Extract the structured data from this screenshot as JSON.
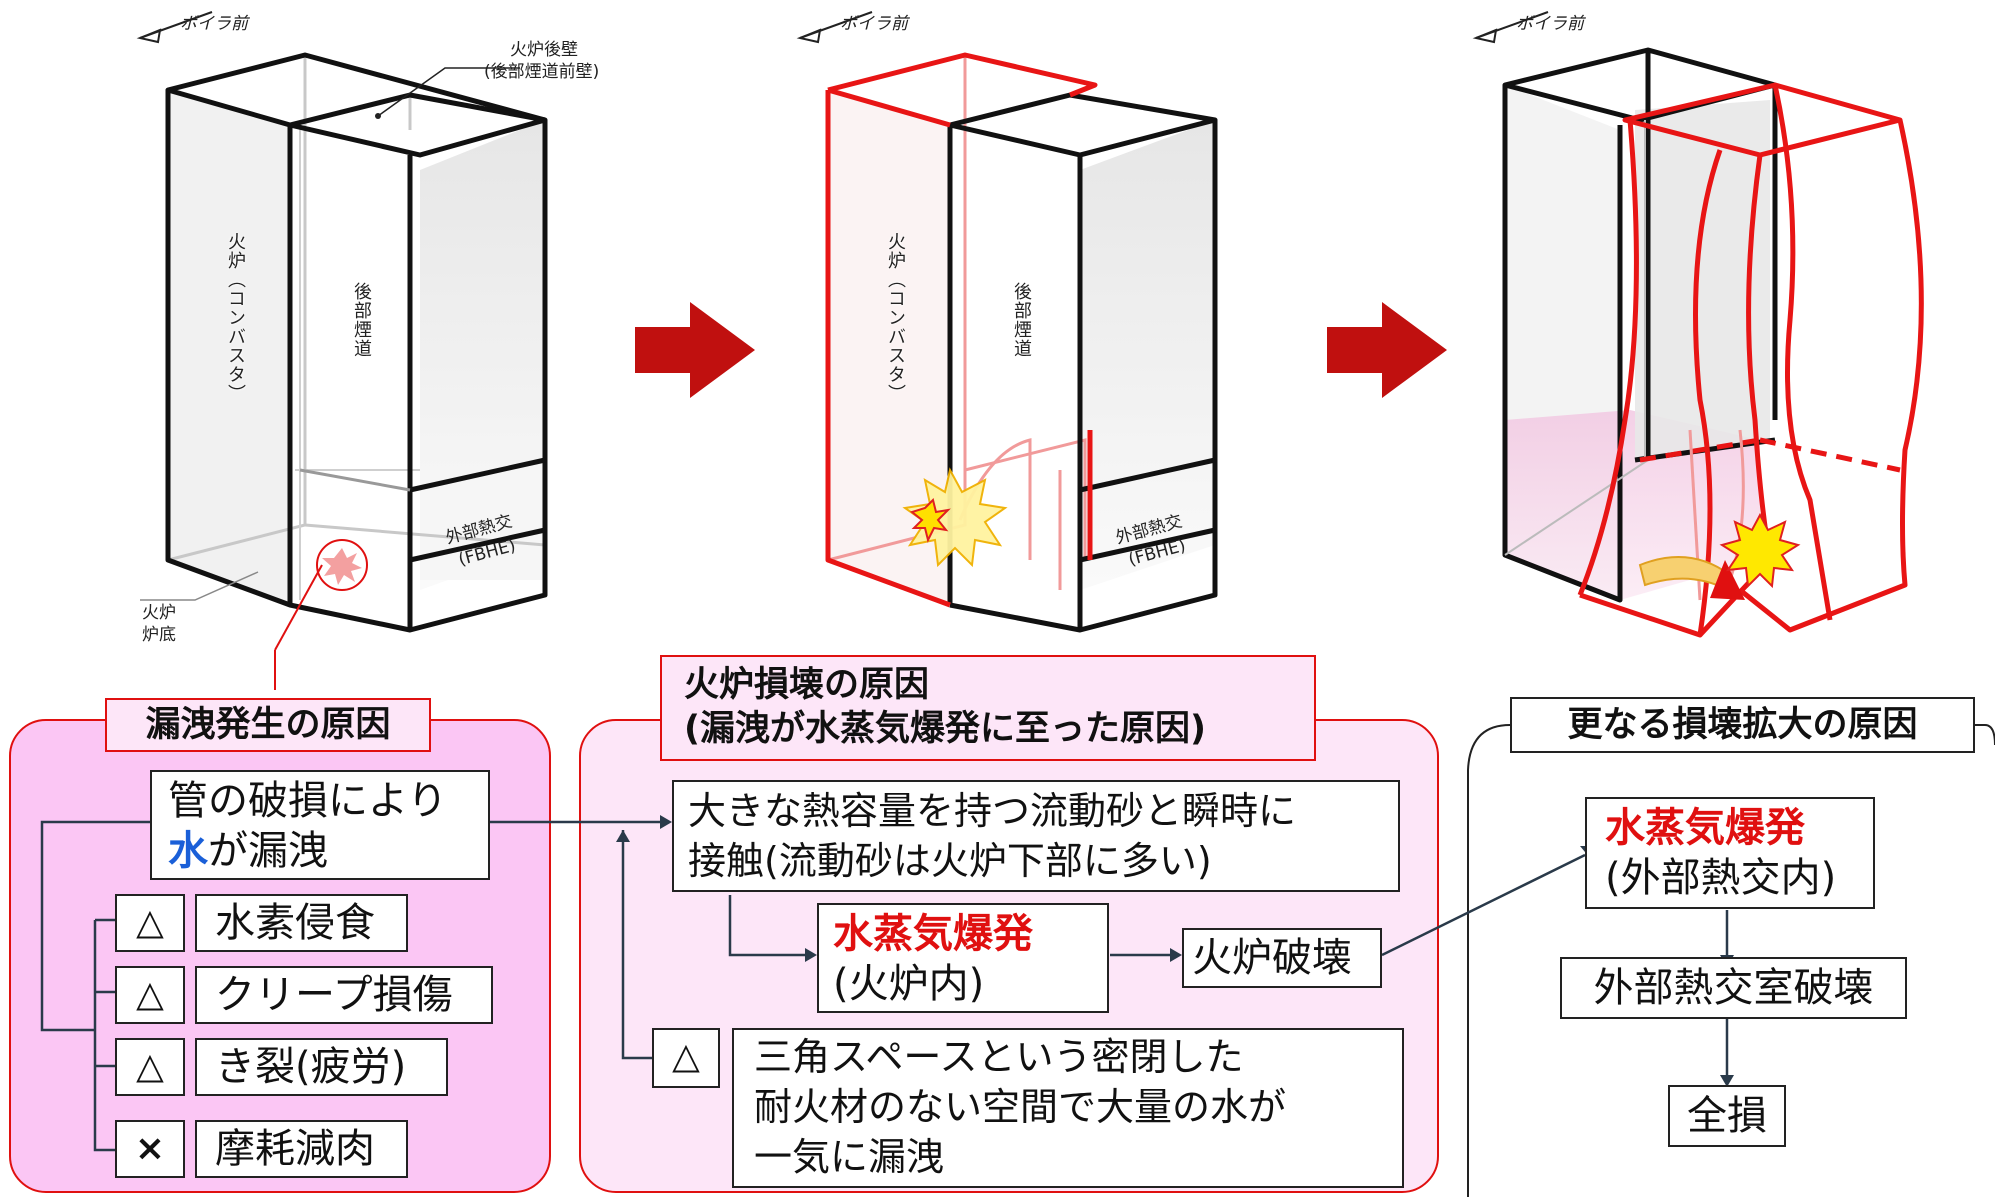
{
  "figure": {
    "boiler_front": "ボイラ前",
    "rear_wall_line1": "火炉後壁",
    "rear_wall_line2": "(後部煙道前壁)",
    "furnace_label": "火炉（コンバスタ）",
    "rear_pass_label": "後部煙道",
    "fbhe_line1": "外部熱交",
    "fbhe_line2": "(FBHE)",
    "floor_line1": "火炉",
    "floor_line2": "炉底"
  },
  "panel1": {
    "title": "漏洩発生の原因",
    "main_line1": "管の破損により",
    "main_water": "水",
    "main_line2_rest": "が漏洩",
    "causes": [
      {
        "mark": "△",
        "label": "水素侵食"
      },
      {
        "mark": "△",
        "label": "クリープ損傷"
      },
      {
        "mark": "△",
        "label": "き裂(疲労)"
      },
      {
        "mark": "×",
        "label": "摩耗減肉"
      }
    ]
  },
  "panel2": {
    "title_line1": "火炉損壊の原因",
    "title_line2": "(漏洩が水蒸気爆発に至った原因)",
    "contact_line1": "大きな熱容量を持つ流動砂と瞬時に",
    "contact_line2": "接触(流動砂は火炉下部に多い)",
    "explosion_title": "水蒸気爆発",
    "explosion_sub": "(火炉内)",
    "furnace_break": "火炉破壊",
    "space_mark": "△",
    "space_line1": "三角スペースという密閉した",
    "space_line2": "耐火材のない空間で大量の水が",
    "space_line3": "一気に漏洩"
  },
  "panel3": {
    "title": "更なる損壊拡大の原因",
    "explosion_title": "水蒸気爆発",
    "explosion_sub": "(外部熱交内)",
    "room_break": "外部熱交室破壊",
    "total_loss": "全損"
  },
  "colors": {
    "accent_red": "#e01010",
    "pink_fill": "#fbc6f4",
    "light_pink_fill": "#fde6f8",
    "arrow_dark_red": "#c0100f",
    "water_blue": "#1a5fd8"
  }
}
